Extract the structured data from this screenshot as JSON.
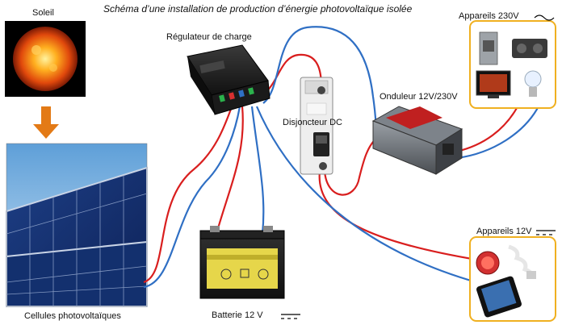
{
  "title": "Schéma d’une installation de production d’énergie photovoltaïque isolée",
  "labels": {
    "sun": "Soleil",
    "panels": "Cellules photovoltaïques",
    "regulator": "Régulateur de charge",
    "breaker": "Disjoncteur DC",
    "inverter": "Onduleur 12V/230V",
    "battery": "Batterie 12 V",
    "appliances_ac": "Appareils 230V",
    "appliances_dc": "Appareils 12V"
  },
  "colors": {
    "wire_positive": "#d91e1e",
    "wire_negative": "#2f6fc4",
    "arrow": "#e37a16",
    "box_border": "#f0b020"
  }
}
